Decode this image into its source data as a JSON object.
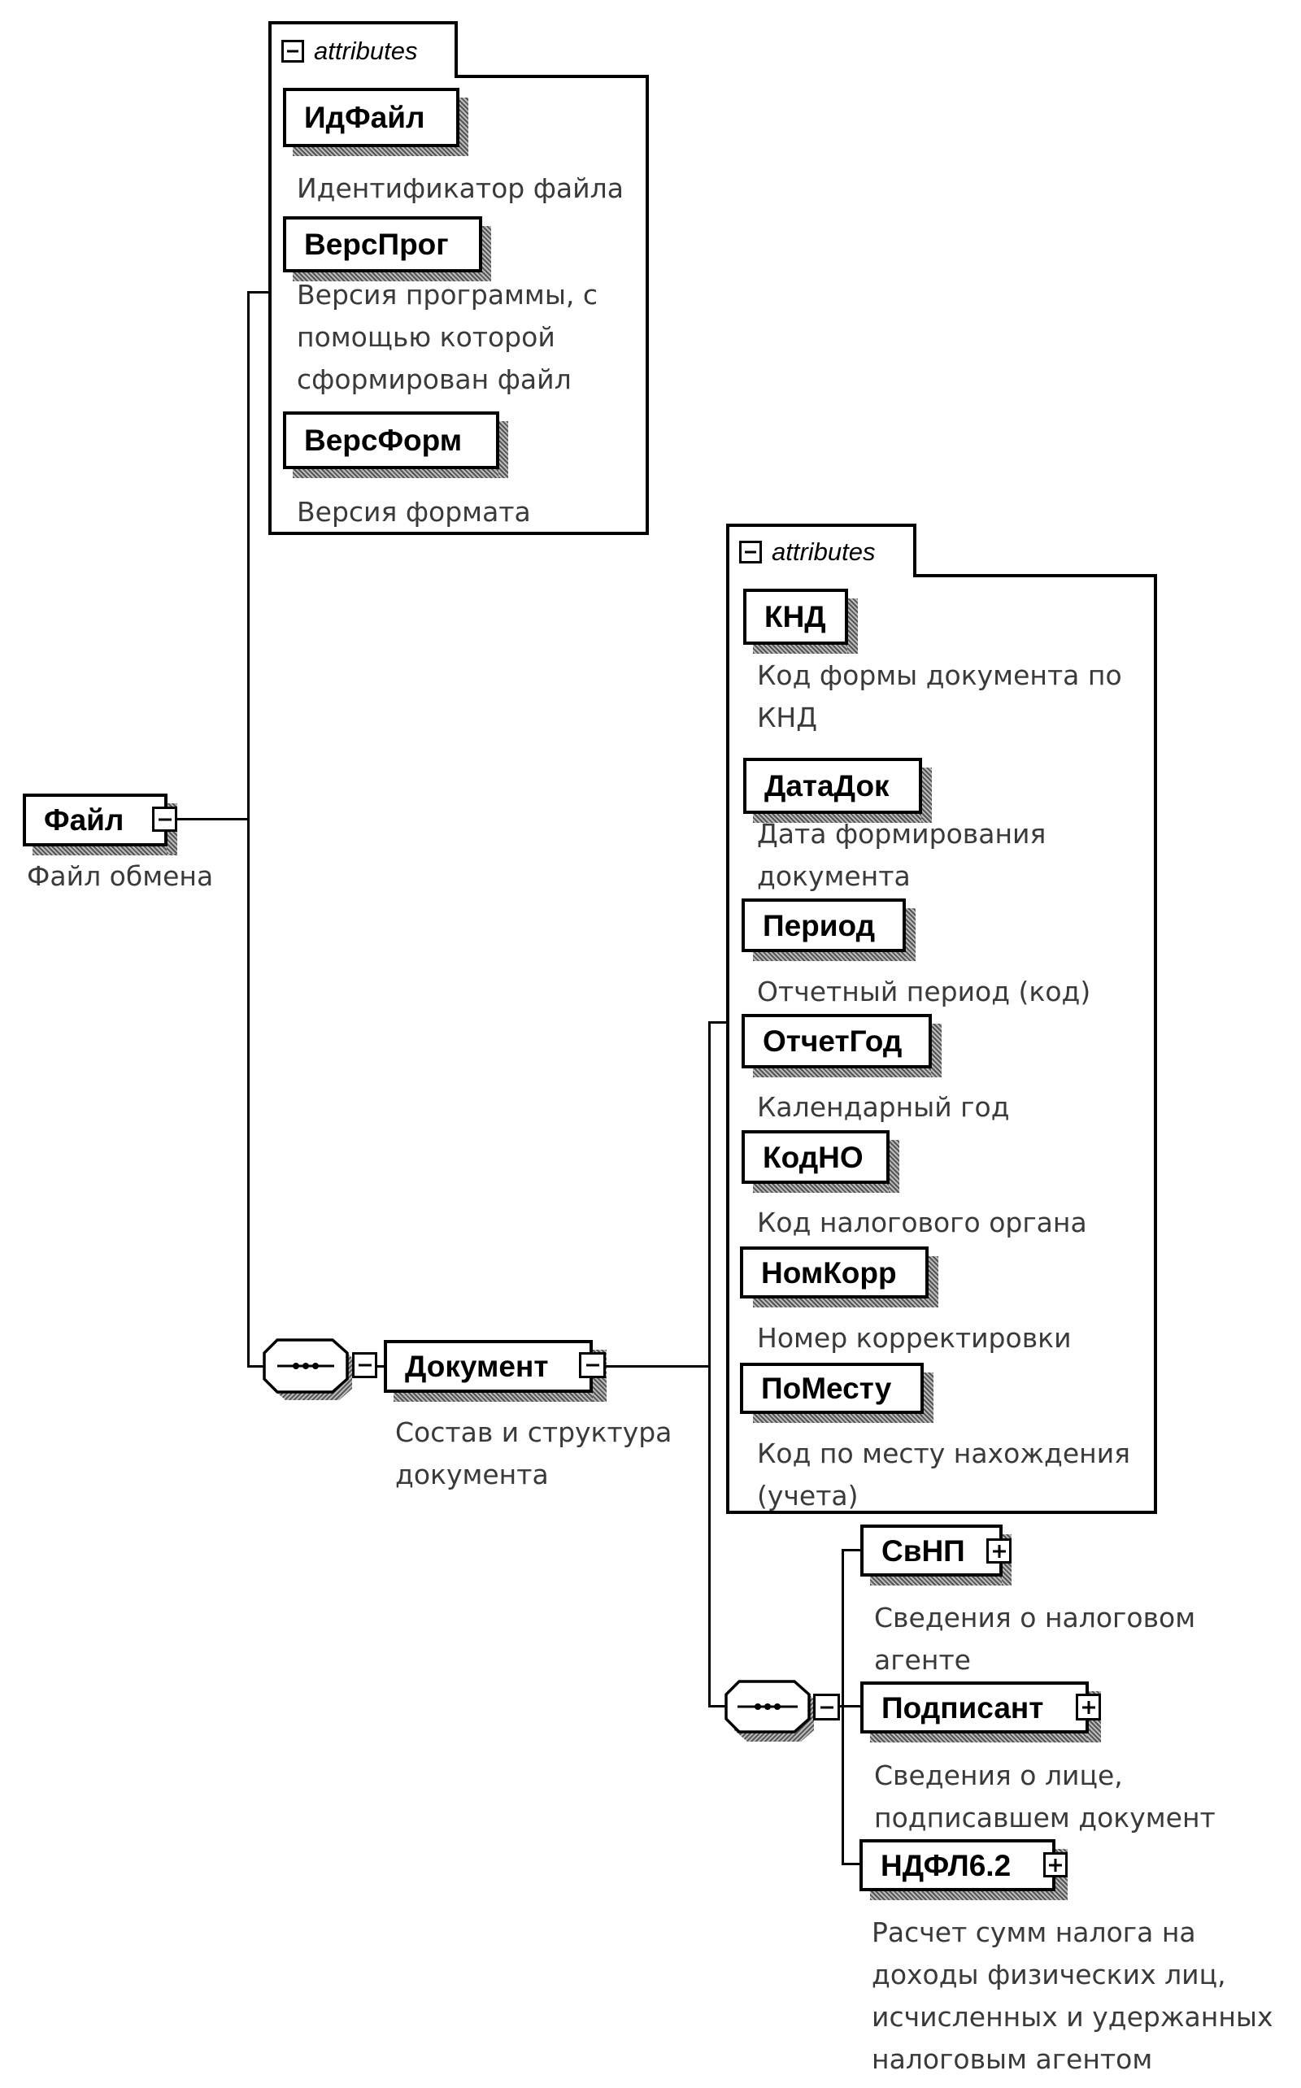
{
  "diagram": {
    "root": {
      "name": "Файл",
      "description": "Файл обмена",
      "expanded": true,
      "attributes_label": "attributes",
      "attributes": [
        {
          "name": "ИдФайл",
          "description": "Идентификатор файла"
        },
        {
          "name": "ВерсПрог",
          "description": "Версия программы, с\nпомощью которой\nсформирован файл"
        },
        {
          "name": "ВерсФорм",
          "description": "Версия формата"
        }
      ],
      "sequence_icon": "sequence-compositor-icon"
    },
    "document": {
      "name": "Документ",
      "description": "Состав и структура\nдокумента",
      "expanded": true,
      "attributes_label": "attributes",
      "attributes": [
        {
          "name": "КНД",
          "description": "Код формы документа по\nКНД"
        },
        {
          "name": "ДатаДок",
          "description": "Дата формирования\nдокумента"
        },
        {
          "name": "Период",
          "description": "Отчетный период (код)"
        },
        {
          "name": "ОтчетГод",
          "description": "Календарный год"
        },
        {
          "name": "КодНО",
          "description": "Код налогового органа"
        },
        {
          "name": "НомКорр",
          "description": "Номер корректировки"
        },
        {
          "name": "ПоМесту",
          "description": "Код по месту нахождения\n(учета)"
        }
      ],
      "sequence_icon": "sequence-compositor-icon"
    },
    "children": [
      {
        "name": "СвНП",
        "description": "Сведения о налоговом\nагенте",
        "expanded": false
      },
      {
        "name": "Подписант",
        "description": "Сведения о лице,\nподписавшем документ",
        "expanded": false
      },
      {
        "name": "НДФЛ6.2",
        "description": "Расчет сумм налога на\nдоходы физических лиц,\nисчисленных и удержанных\nналоговым агентом",
        "expanded": false
      }
    ],
    "icons": {
      "collapse": "minus-icon",
      "expand": "plus-icon"
    }
  }
}
